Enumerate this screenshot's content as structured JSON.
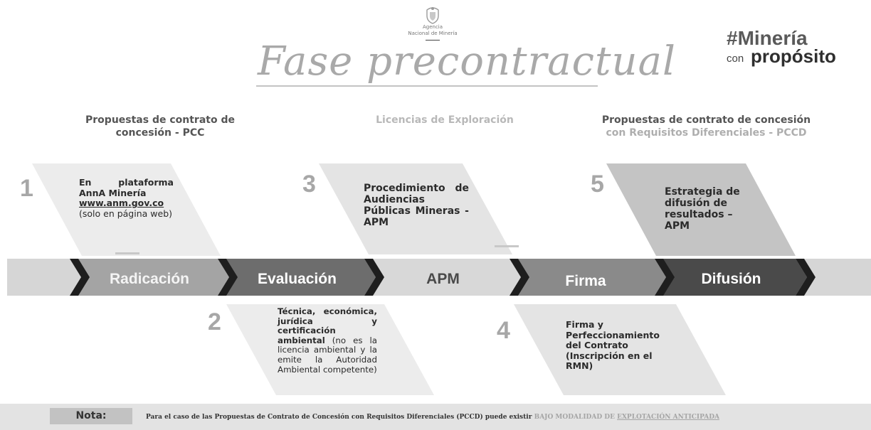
{
  "header": {
    "agency_line1": "Agencia",
    "agency_line2": "Nacional de Minería",
    "title": "Fase precontractual",
    "brand_hashtag": "#Minería",
    "brand_con": "con",
    "brand_proposito": "propósito"
  },
  "categories": {
    "pcc_line1": "Propuestas de contrato de",
    "pcc_line2": "concesión - PCC",
    "licencias": "Licencias de Exploración",
    "pccd_line1": "Propuestas de contrato de concesión",
    "pccd_line2": "con Requisitos Diferenciales - PCCD"
  },
  "steps": [
    {
      "number": "1",
      "stage": "Radicación",
      "text_pre": "En plataforma AnnA Minería",
      "link": "www.anm.gov.co",
      "text_post": "(solo en página web)"
    },
    {
      "number": "2",
      "stage": "Evaluación",
      "text_bold": "Técnica, económica, jurídica y certificación ambiental",
      "text_normal": "(no es la licencia ambiental y la emite la Autoridad Ambiental competente)"
    },
    {
      "number": "3",
      "stage": "APM",
      "text": "Procedimiento de Audiencias Públicas Mineras - APM"
    },
    {
      "number": "4",
      "stage": "Firma",
      "text": "Firma y Perfeccionamiento del Contrato (Inscripción en el RMN)"
    },
    {
      "number": "5",
      "stage": "Difusión",
      "text": "Estrategia de difusión de resultados – APM"
    }
  ],
  "footer": {
    "nota": "Nota:",
    "text": "Para el caso de las Propuestas de Contrato de Concesión con Requisitos Diferenciales (PCCD) puede existir",
    "highlight": "BAJO MODALIDAD DE",
    "highlight_ul": "EXPLOTACIÓN ANTICIPADA"
  },
  "colors": {
    "band": "#d6d6d6",
    "stage1": "#a4a4a4",
    "stage2": "#6d6d6d",
    "stage3": "#d8d8d8",
    "stage4": "#8a8a8a",
    "stage5": "#4a4a4a",
    "chevron": "#1e1e1e",
    "card_light": "#ececec",
    "card_mid": "#e4e4e4",
    "card_dark": "#c4c4c4"
  }
}
